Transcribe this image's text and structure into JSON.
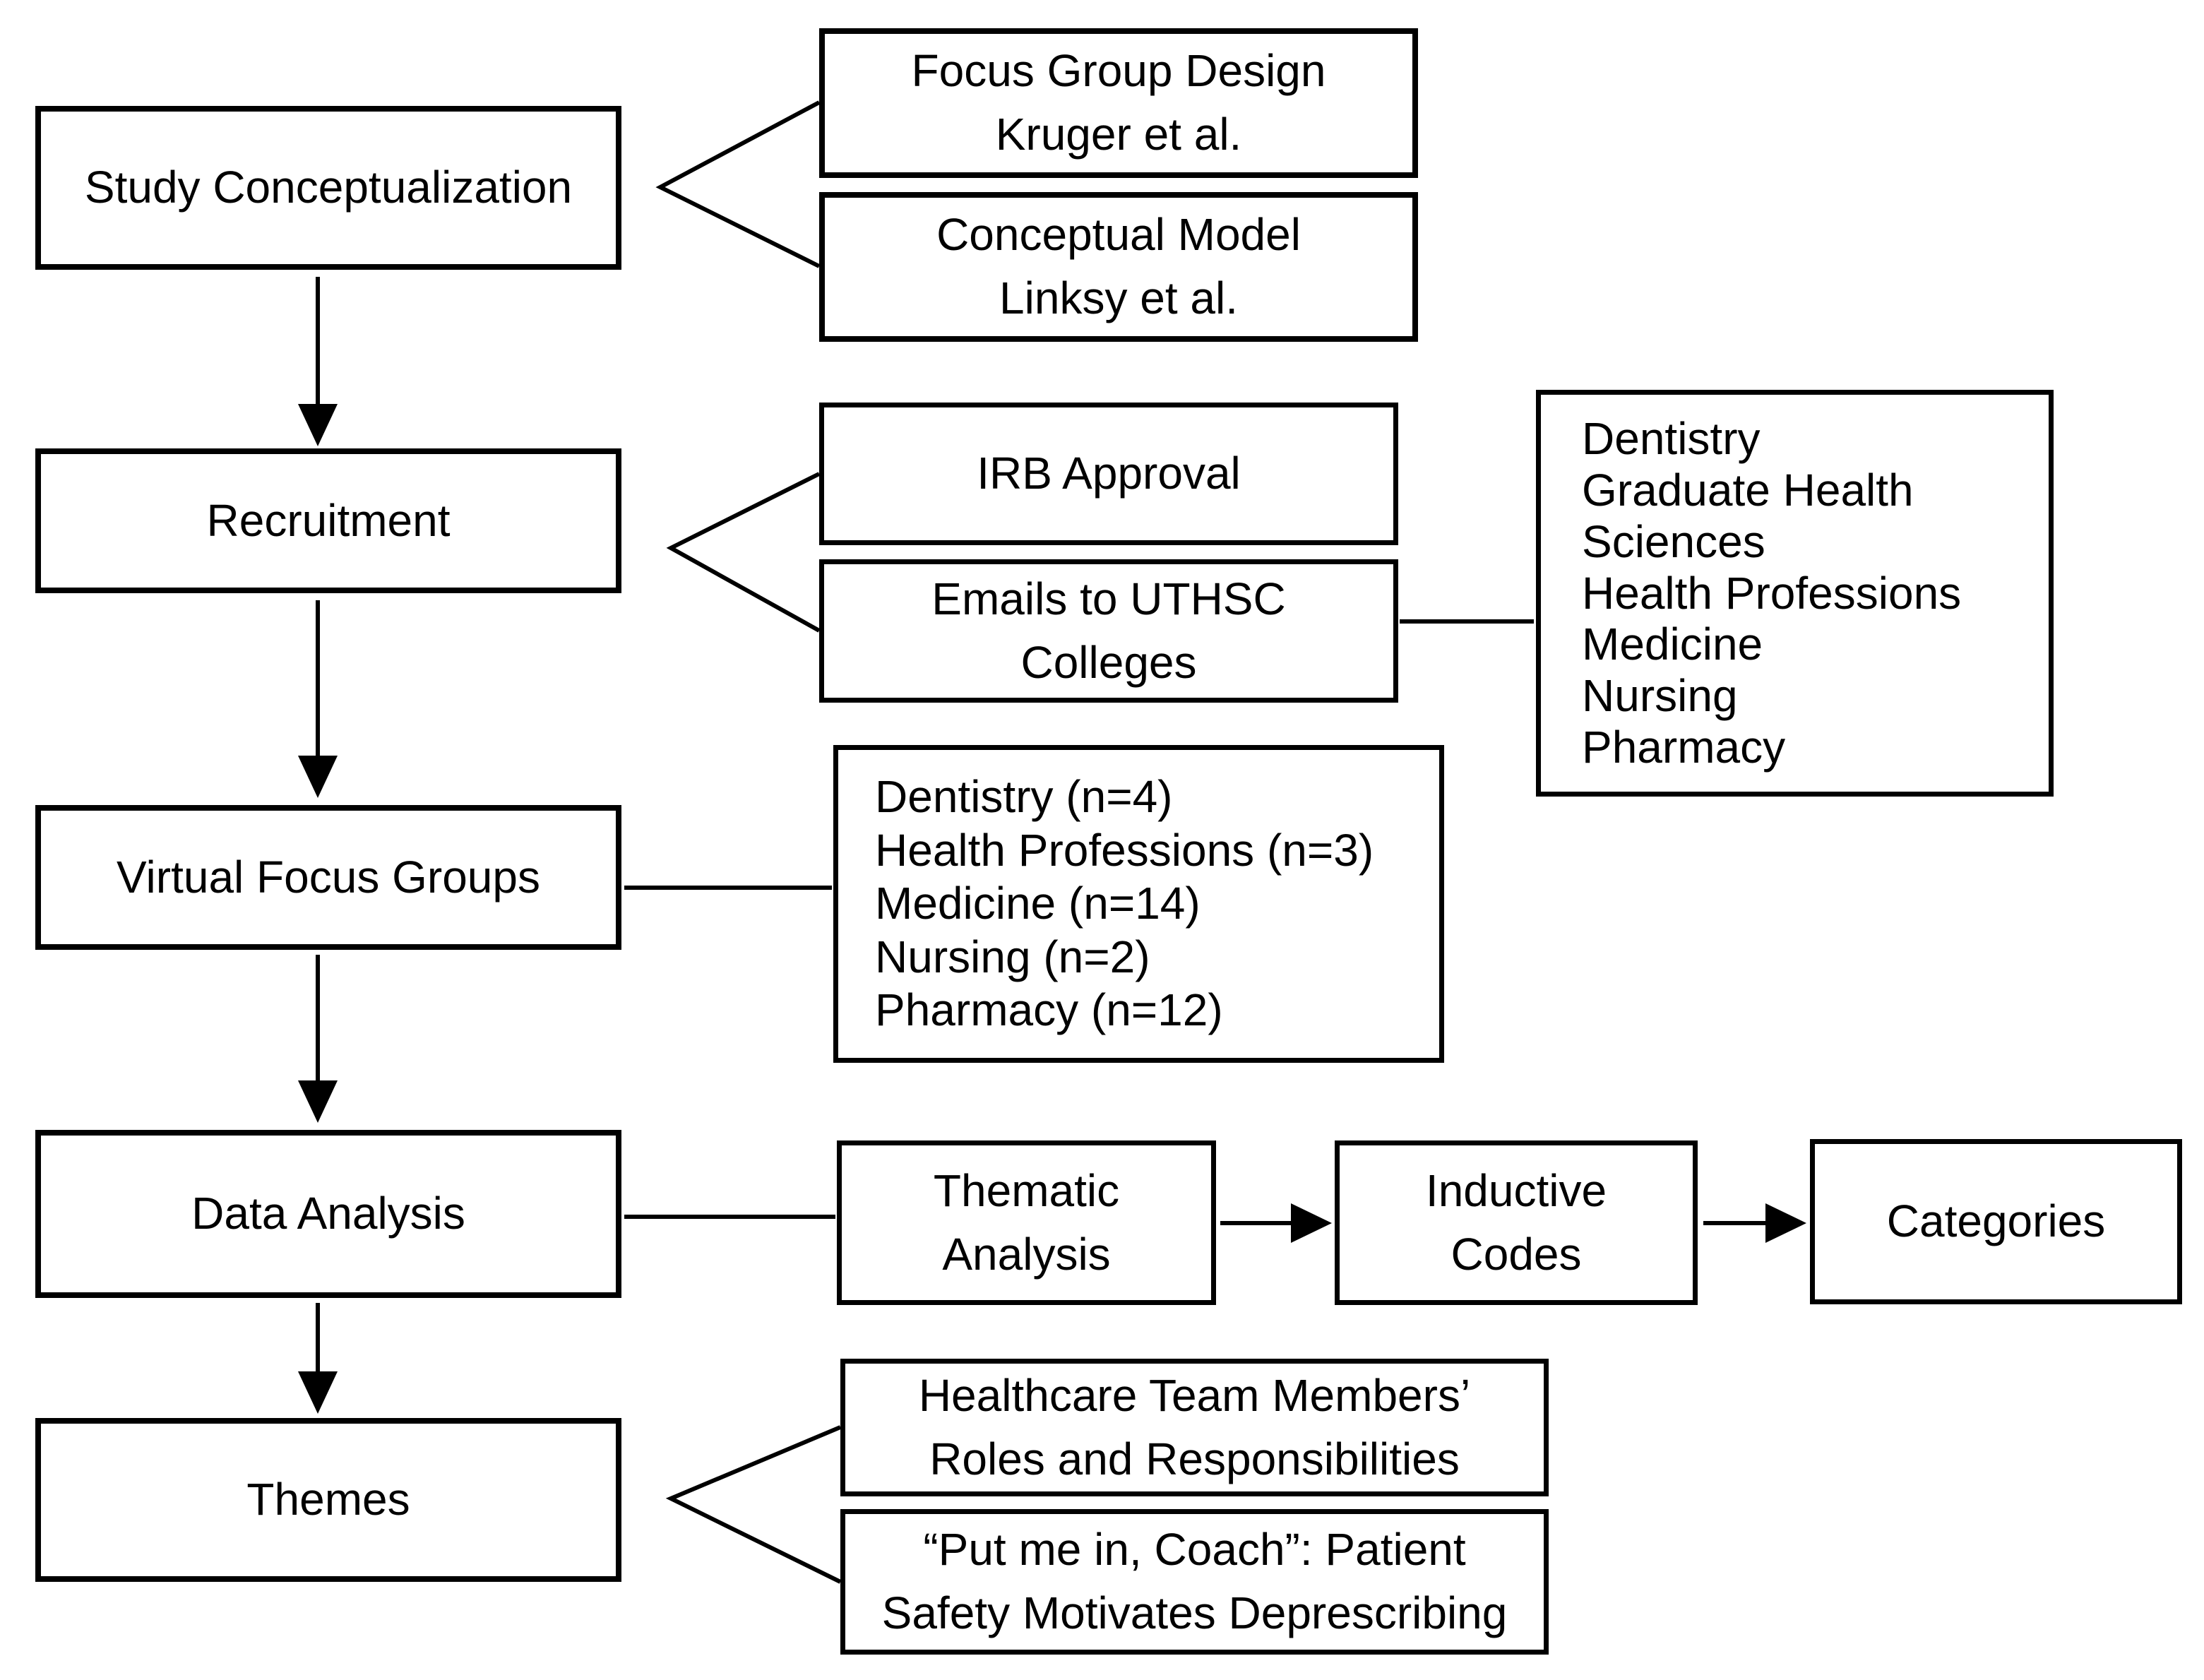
{
  "stages": [
    {
      "label": "Study Conceptualization"
    },
    {
      "label": "Recruitment"
    },
    {
      "label": "Virtual Focus Groups"
    },
    {
      "label": "Data Analysis"
    },
    {
      "label": "Themes"
    }
  ],
  "study_references": {
    "focus_group_design": {
      "lines": [
        "Focus Group Design",
        "Kruger et al."
      ]
    },
    "conceptual_model": {
      "lines": [
        "Conceptual Model",
        "Linksy et al."
      ]
    }
  },
  "recruitment_steps": {
    "irb_approval": {
      "lines": [
        "IRB Approval"
      ]
    },
    "emails": {
      "lines": [
        "Emails to UTHSC",
        "Colleges"
      ]
    }
  },
  "uthsc_colleges": [
    "Dentistry",
    "Graduate Health Sciences",
    "Health Professions",
    "Medicine",
    "Nursing",
    "Pharmacy"
  ],
  "focus_group_counts": [
    "Dentistry (n=4)",
    "Health Professions (n=3)",
    "Medicine (n=14)",
    "Nursing (n=2)",
    "Pharmacy (n=12)"
  ],
  "analysis_flow": {
    "thematic_analysis": {
      "lines": [
        "Thematic",
        "Analysis"
      ]
    },
    "inductive_codes": {
      "lines": [
        "Inductive",
        "Codes"
      ]
    },
    "categories": {
      "lines": [
        "Categories"
      ]
    }
  },
  "themes_found": {
    "theme_1": {
      "lines": [
        "Healthcare Team Members’",
        "Roles and Responsibilities"
      ]
    },
    "theme_2": {
      "lines": [
        "“Put me in, Coach”: Patient",
        "Safety Motivates Deprescribing"
      ]
    }
  },
  "colors": {
    "line": "#000000",
    "box_border": "#000000",
    "text": "#000000",
    "background": "#ffffff"
  }
}
